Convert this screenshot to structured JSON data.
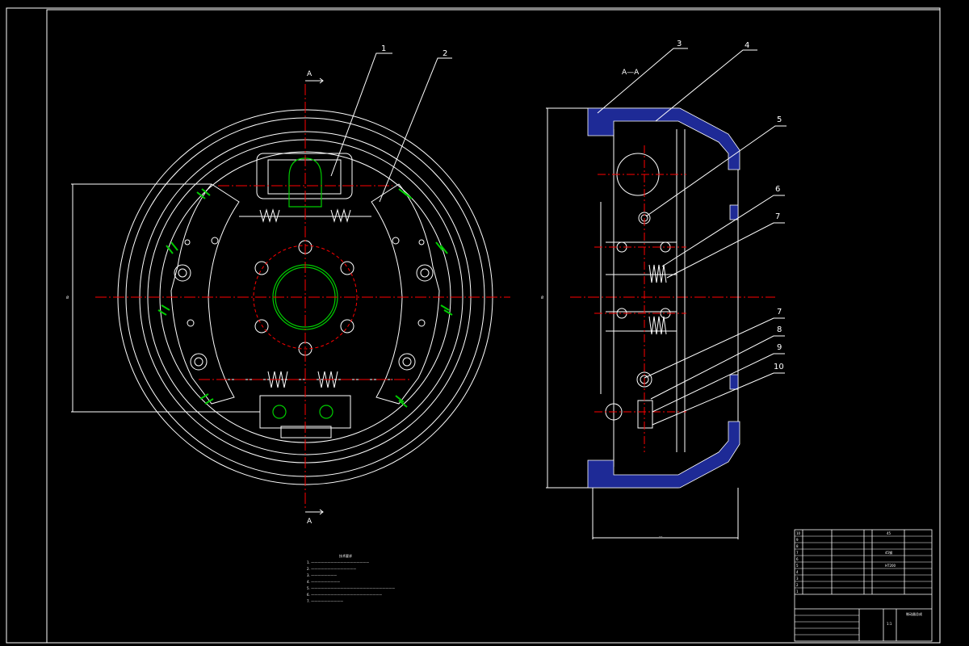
{
  "drawing": {
    "section_marker_top": "A",
    "section_marker_bottom": "A",
    "section_view_title": "A—A",
    "leaders": [
      "1",
      "2",
      "3",
      "4",
      "5",
      "6",
      "7",
      "7",
      "8",
      "9",
      "10"
    ],
    "dim_left": "Ø",
    "dim_right": "Ø",
    "dim_bottom": "---",
    "notes_title": "技术要求",
    "notes": [
      "1. ——————————————————",
      "2. ——————————————",
      "3. ————————",
      "4. —————————",
      "5. ——————————————————————————",
      "6. ——————————————————————",
      "7. ——————————"
    ],
    "title_block": {
      "rows_left": [
        "10",
        "9",
        "8",
        "7",
        "6",
        "5",
        "4",
        "3",
        "2",
        "1"
      ],
      "right_cells": [
        "45",
        "",
        "45钢",
        "",
        "HT200",
        ""
      ],
      "name": "制动器总成",
      "scale": "1:1"
    }
  },
  "colors": {
    "background": "#000000",
    "line": "#ffffff",
    "center": "#ff0000",
    "hidden": "#00cc00",
    "section_fill": "#1e2a96"
  }
}
